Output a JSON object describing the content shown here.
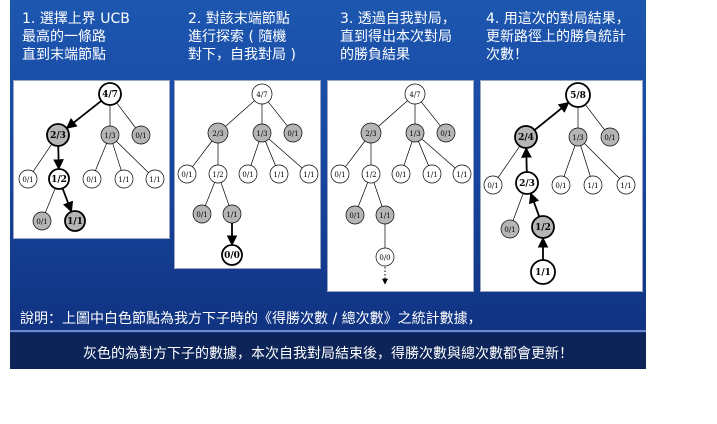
{
  "steps": [
    {
      "text": "1. 選擇上界 UCB\n    最高的一條路\n    直到末端節點"
    },
    {
      "text": "2. 對該末端節點\n    進行探索 ( 隨機\n    對下，自我對局 )"
    },
    {
      "text": "3. 透過自我對局，\n    直到得出本次對局\n    的勝負結果"
    },
    {
      "text": "4. 用這次的對局結果，\n    更新路徑上的勝負統計\n    次數！"
    }
  ],
  "note_line1": "說明：上圖中白色節點為我方下子時的《得勝次數 / 總次數》之統計數據，",
  "note_line2": "灰色的為對方下子的數據，本次自我對局結束後，得勝次數與總次數都會更新！",
  "colors": {
    "background_top": "#1d57b0",
    "background_bottom": "#0f2f7a",
    "gray_node": "#b5b5b5",
    "white_node": "#ffffff"
  },
  "trees": [
    {
      "nodes": [
        {
          "label": "4/7",
          "fill": "white",
          "bold": true
        },
        {
          "label": "2/3",
          "fill": "gray",
          "bold": true
        },
        {
          "label": "1/3",
          "fill": "gray"
        },
        {
          "label": "0/1",
          "fill": "gray"
        },
        {
          "label": "0/1",
          "fill": "white"
        },
        {
          "label": "1/2",
          "fill": "white",
          "bold": true
        },
        {
          "label": "0/1",
          "fill": "white"
        },
        {
          "label": "1/1",
          "fill": "white"
        },
        {
          "label": "1/1",
          "fill": "white"
        },
        {
          "label": "0/1",
          "fill": "gray"
        },
        {
          "label": "1/1",
          "fill": "gray",
          "bold": true
        }
      ]
    },
    {
      "nodes": [
        {
          "label": "4/7",
          "fill": "white"
        },
        {
          "label": "2/3",
          "fill": "gray"
        },
        {
          "label": "1/3",
          "fill": "gray"
        },
        {
          "label": "0/1",
          "fill": "gray"
        },
        {
          "label": "0/1",
          "fill": "white"
        },
        {
          "label": "1/2",
          "fill": "white"
        },
        {
          "label": "0/1",
          "fill": "white"
        },
        {
          "label": "1/1",
          "fill": "white"
        },
        {
          "label": "1/1",
          "fill": "white"
        },
        {
          "label": "0/1",
          "fill": "gray"
        },
        {
          "label": "1/1",
          "fill": "gray"
        },
        {
          "label": "0/0",
          "fill": "white",
          "bold": true
        }
      ]
    },
    {
      "nodes": [
        {
          "label": "4/7",
          "fill": "white"
        },
        {
          "label": "2/3",
          "fill": "gray"
        },
        {
          "label": "1/3",
          "fill": "gray"
        },
        {
          "label": "0/1",
          "fill": "gray"
        },
        {
          "label": "0/1",
          "fill": "white"
        },
        {
          "label": "1/2",
          "fill": "white"
        },
        {
          "label": "0/1",
          "fill": "white"
        },
        {
          "label": "1/1",
          "fill": "white"
        },
        {
          "label": "1/1",
          "fill": "white"
        },
        {
          "label": "0/1",
          "fill": "gray"
        },
        {
          "label": "1/1",
          "fill": "gray"
        },
        {
          "label": "0/0",
          "fill": "white"
        }
      ]
    },
    {
      "nodes": [
        {
          "label": "5/8",
          "fill": "white",
          "bold": true
        },
        {
          "label": "2/4",
          "fill": "gray",
          "bold": true
        },
        {
          "label": "1/3",
          "fill": "gray"
        },
        {
          "label": "0/1",
          "fill": "gray"
        },
        {
          "label": "0/1",
          "fill": "white"
        },
        {
          "label": "2/3",
          "fill": "white",
          "bold": true
        },
        {
          "label": "0/1",
          "fill": "white"
        },
        {
          "label": "1/1",
          "fill": "white"
        },
        {
          "label": "1/1",
          "fill": "white"
        },
        {
          "label": "0/1",
          "fill": "gray"
        },
        {
          "label": "1/2",
          "fill": "gray",
          "bold": true
        },
        {
          "label": "1/1",
          "fill": "white",
          "bold": true
        }
      ]
    }
  ]
}
